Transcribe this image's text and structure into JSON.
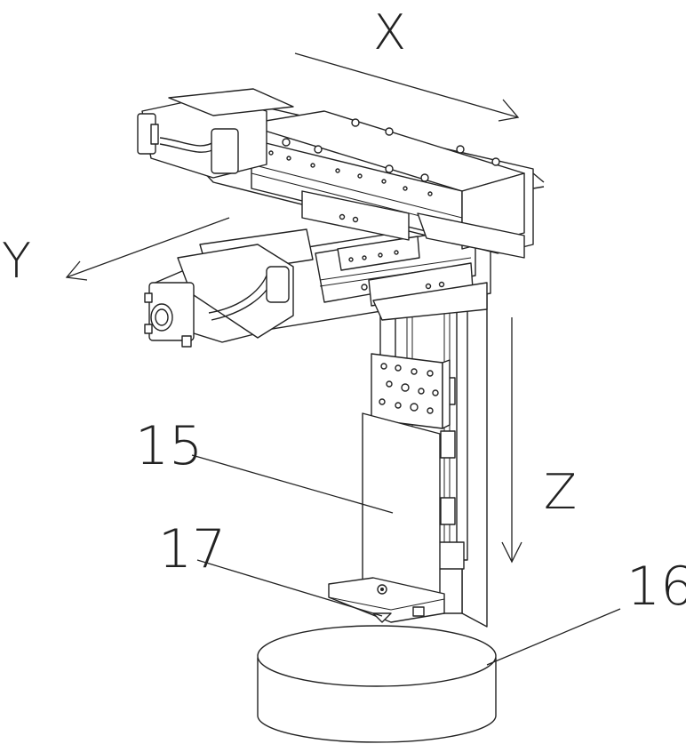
{
  "axes": {
    "x": "X",
    "y": "Y",
    "z": "Z"
  },
  "parts": {
    "p15": "15",
    "p16": "16",
    "p17": "17"
  },
  "colors": {
    "ink": "#222222",
    "paper": "#ffffff"
  }
}
